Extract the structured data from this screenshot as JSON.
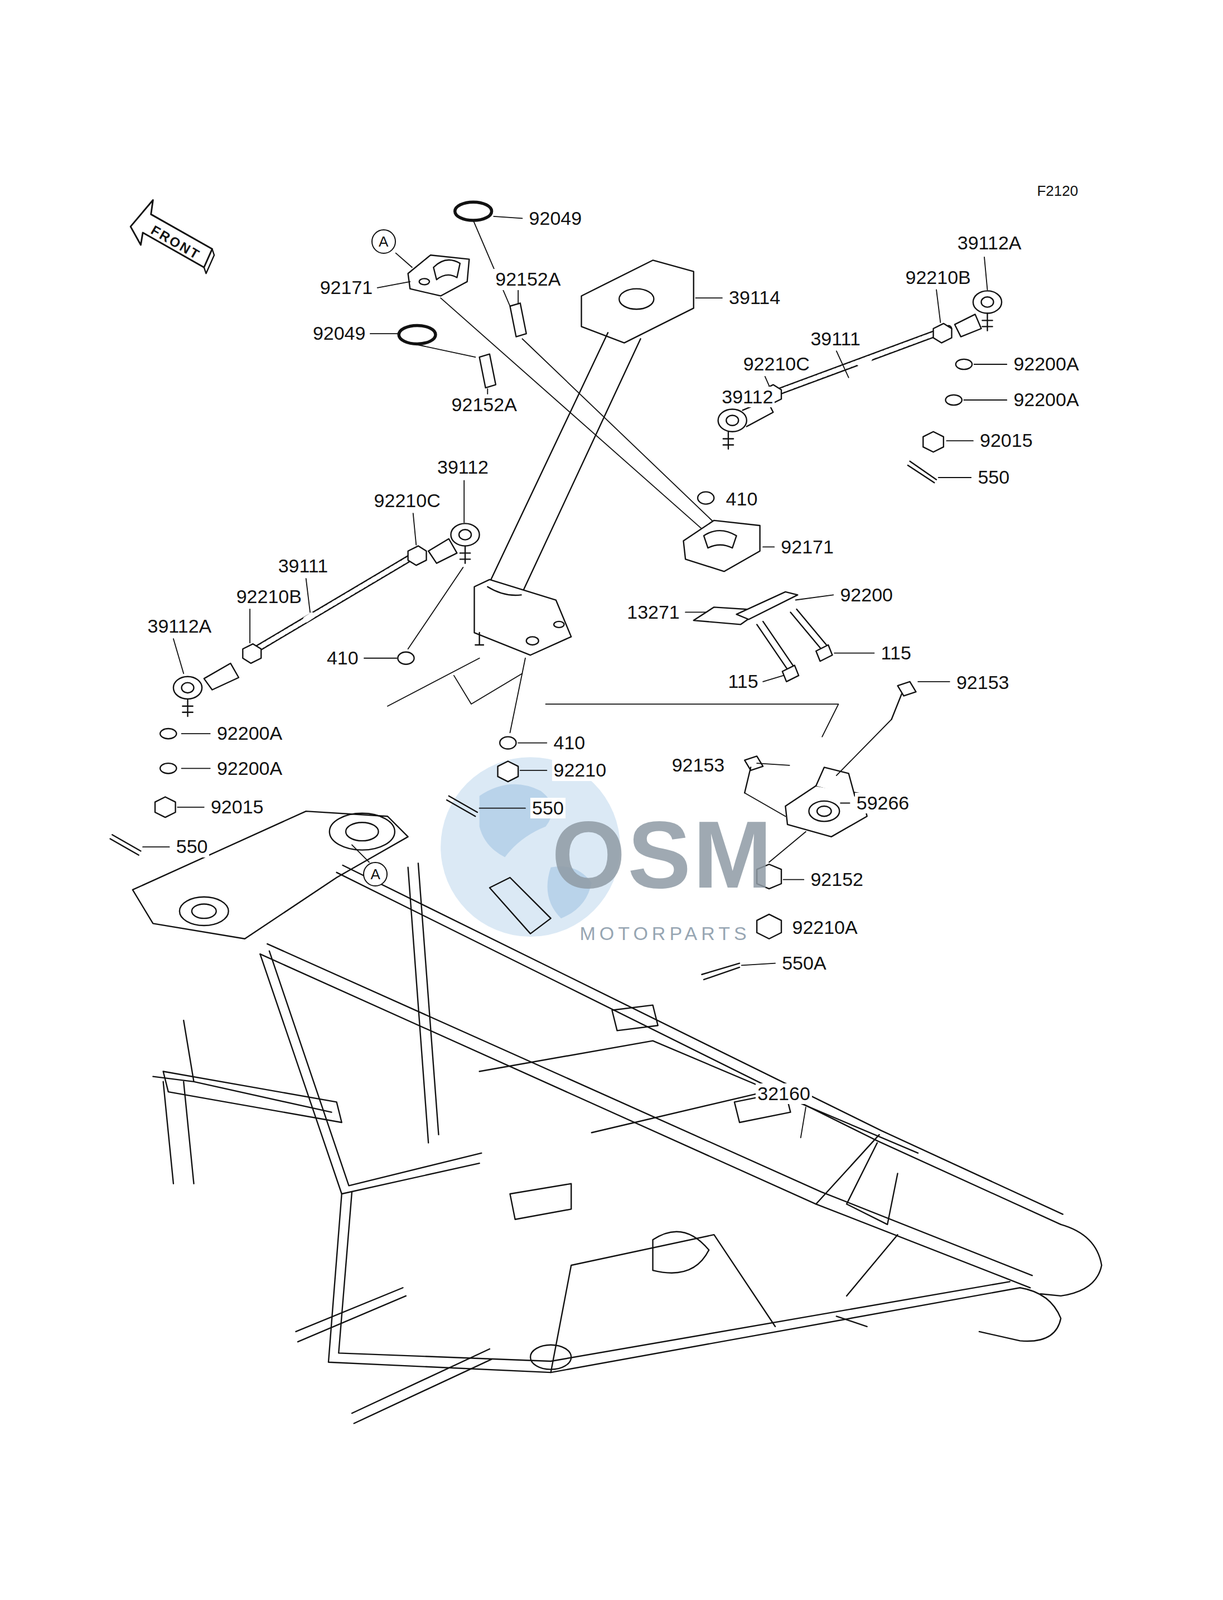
{
  "diagram": {
    "nodes": [
      {
        "text": [
          "A"
        ]
      },
      {
        "text": [
          "A"
        ]
      }
    ],
    "labels": [
      "F2120",
      "FRONT",
      "92049",
      "92171",
      "92152A",
      "39114",
      "39112A",
      "92210B",
      "39111",
      "92200A",
      "92049",
      "92210C",
      "92200A",
      "39112",
      "92152A",
      "92015",
      "550",
      "410",
      "92171",
      "39112",
      "92210C",
      "92200",
      "39111",
      "13271",
      "92210B",
      "39112A",
      "115",
      "410",
      "115",
      "92153",
      "92200A",
      "410",
      "92210",
      "92153",
      "59266",
      "92200A",
      "92015",
      "550",
      "550",
      "92152",
      "92210A",
      "550A",
      "32160",
      "OSM",
      "MOTORPARTS"
    ]
  }
}
